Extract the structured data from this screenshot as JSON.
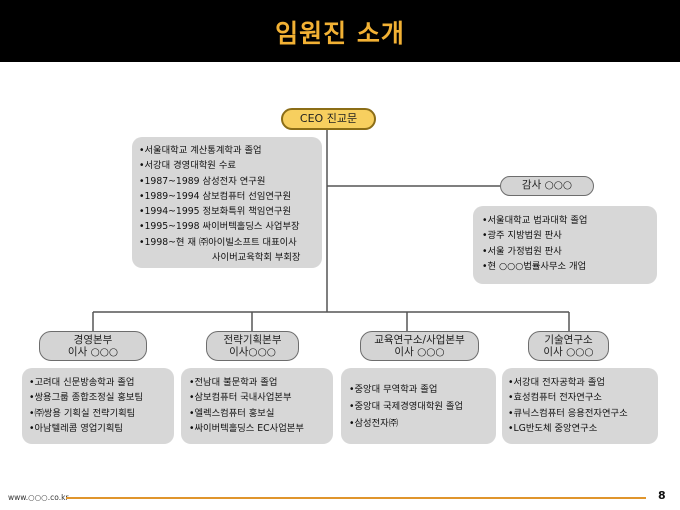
{
  "page": {
    "title": "임원진 소개",
    "footer_url": "www.○○○.co.kr",
    "page_number": "8"
  },
  "ceo": {
    "label": "CEO 진교문",
    "bio": [
      "•서울대학교 계산통계학과 졸업",
      "•서강대 경영대학원 수료",
      "•1987~1989 삼성전자 연구원",
      "•1989~1994 삼보컴퓨터 선임연구원",
      "•1994~1995 정보화특위 책임연구원",
      "•1995~1998 싸이버텍홀딩스 사업부장",
      "•1998~현 재 ㈜아이빌소프트 대표이사",
      "사이버교육학회 부회장"
    ]
  },
  "auditor": {
    "label": "감사 ○○○",
    "bio": [
      "•서울대학교 법과대학 졸업",
      "•광주 지방법원 판사",
      "•서울 가정법원 판사",
      "•현 ○○○법률사무소 개업"
    ]
  },
  "divisions": [
    {
      "line1": "경영본부",
      "line2": "이사 ○○○",
      "bio": [
        "•고려대 신문방송학과 졸업",
        "•쌍용그룹 종합조정실 홍보팀",
        "•㈜쌍용 기획실 전략기획팀",
        "•아남텔레콤 영업기획팀"
      ]
    },
    {
      "line1": "전략기획본부",
      "line2": "이사○○○",
      "bio": [
        "•전남대 불문학과 졸업",
        "•삼보컴퓨터 국내사업본부",
        "•엘렉스컴퓨터 홍보실",
        "•싸이버텍홀딩스 EC사업본부"
      ]
    },
    {
      "line1": "교육연구소/사업본부",
      "line2": "이사 ○○○",
      "bio": [
        "•중앙대 무역학과 졸업",
        "•중앙대 국제경영대학원 졸업",
        "•삼성전자㈜"
      ]
    },
    {
      "line1": "기술연구소",
      "line2": "이사 ○○○",
      "bio": [
        "•서강대 전자공학과 졸업",
        "•효성컴퓨터 전자연구소",
        "•큐닉스컴퓨터 응용전자연구소",
        "•LG반도체 중앙연구소"
      ]
    }
  ],
  "colors": {
    "header_bg": "#000000",
    "title": "#f2b134",
    "ceo_pill": "#f7cf5f",
    "gray_pill": "#d4d4d4",
    "bio_box": "#d7d7d7",
    "footer_line": "#e0952c"
  }
}
